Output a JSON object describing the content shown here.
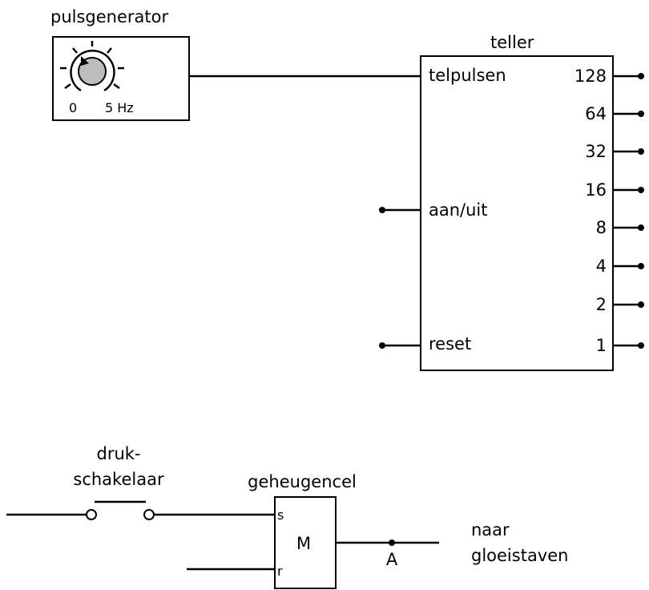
{
  "pulsgenerator": {
    "title": "pulsgenerator",
    "scale_min": "0",
    "scale_max": "5 Hz"
  },
  "teller": {
    "title": "teller",
    "inputs": {
      "telpulsen": "telpulsen",
      "aan_uit": "aan/uit",
      "reset": "reset"
    },
    "outputs": [
      "128",
      "64",
      "32",
      "16",
      "8",
      "4",
      "2",
      "1"
    ]
  },
  "drukschakelaar": {
    "line1": "druk-",
    "line2": "schakelaar"
  },
  "geheugencel": {
    "title": "geheugencel",
    "set": "s",
    "reset": "r",
    "symbol": "M"
  },
  "output": {
    "point": "A",
    "line1": "naar",
    "line2": "gloeistaven"
  }
}
